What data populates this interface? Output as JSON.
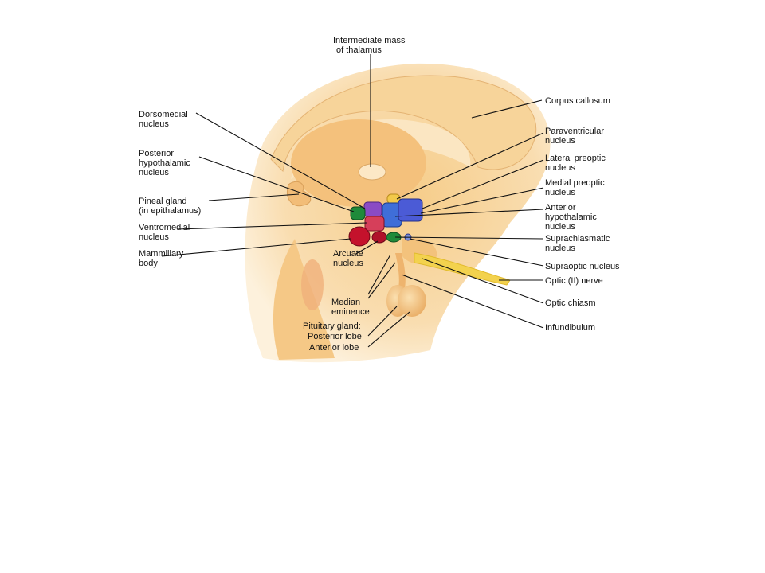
{
  "labels": {
    "intermediate_mass": [
      "Intermediate mass",
      "of thalamus"
    ],
    "dorsomedial": [
      "Dorsomedial",
      "nucleus"
    ],
    "posterior_hypothalamic": [
      "Posterior",
      "hypothalamic",
      "nucleus"
    ],
    "pineal_gland": [
      "Pineal gland",
      "(in epithalamus)"
    ],
    "ventromedial": [
      "Ventromedial",
      "nucleus"
    ],
    "mammillary": [
      "Mammillary",
      "body"
    ],
    "arcuate": [
      "Arcuate",
      "nucleus"
    ],
    "median_eminence": [
      "Median",
      "eminence"
    ],
    "pituitary": [
      "Pituitary gland:",
      "Posterior lobe",
      "Anterior lobe"
    ],
    "corpus_callosum": [
      "Corpus callosum"
    ],
    "paraventricular": [
      "Paraventricular",
      "nucleus"
    ],
    "lateral_preoptic": [
      "Lateral preoptic",
      "nucleus"
    ],
    "medial_preoptic": [
      "Medial preoptic",
      "nucleus"
    ],
    "anterior_hypothalamic": [
      "Anterior",
      "hypothalamic",
      "nucleus"
    ],
    "suprachiasmatic": [
      "Suprachiasmatic",
      "nucleus"
    ],
    "supraoptic": [
      "Supraoptic nucleus"
    ],
    "optic_nerve": [
      "Optic (II) nerve"
    ],
    "optic_chiasm": [
      "Optic chiasm"
    ],
    "infundibulum": [
      "Infundibulum"
    ]
  },
  "colors": {
    "background": "#ffffff",
    "tissue_light": "#fbe3b8",
    "tissue_mid": "#f6cf8e",
    "tissue_dark": "#e9b46a",
    "ventricle": "#fad9a0",
    "optic_nerve": "#f3d64f",
    "nucleus_blue": "#4b5bd6",
    "nucleus_purple": "#8a4bc4",
    "nucleus_red": "#c4122c",
    "nucleus_green": "#1f8a3a",
    "nucleus_yellow": "#f2c94a",
    "leader_line": "#111111"
  }
}
